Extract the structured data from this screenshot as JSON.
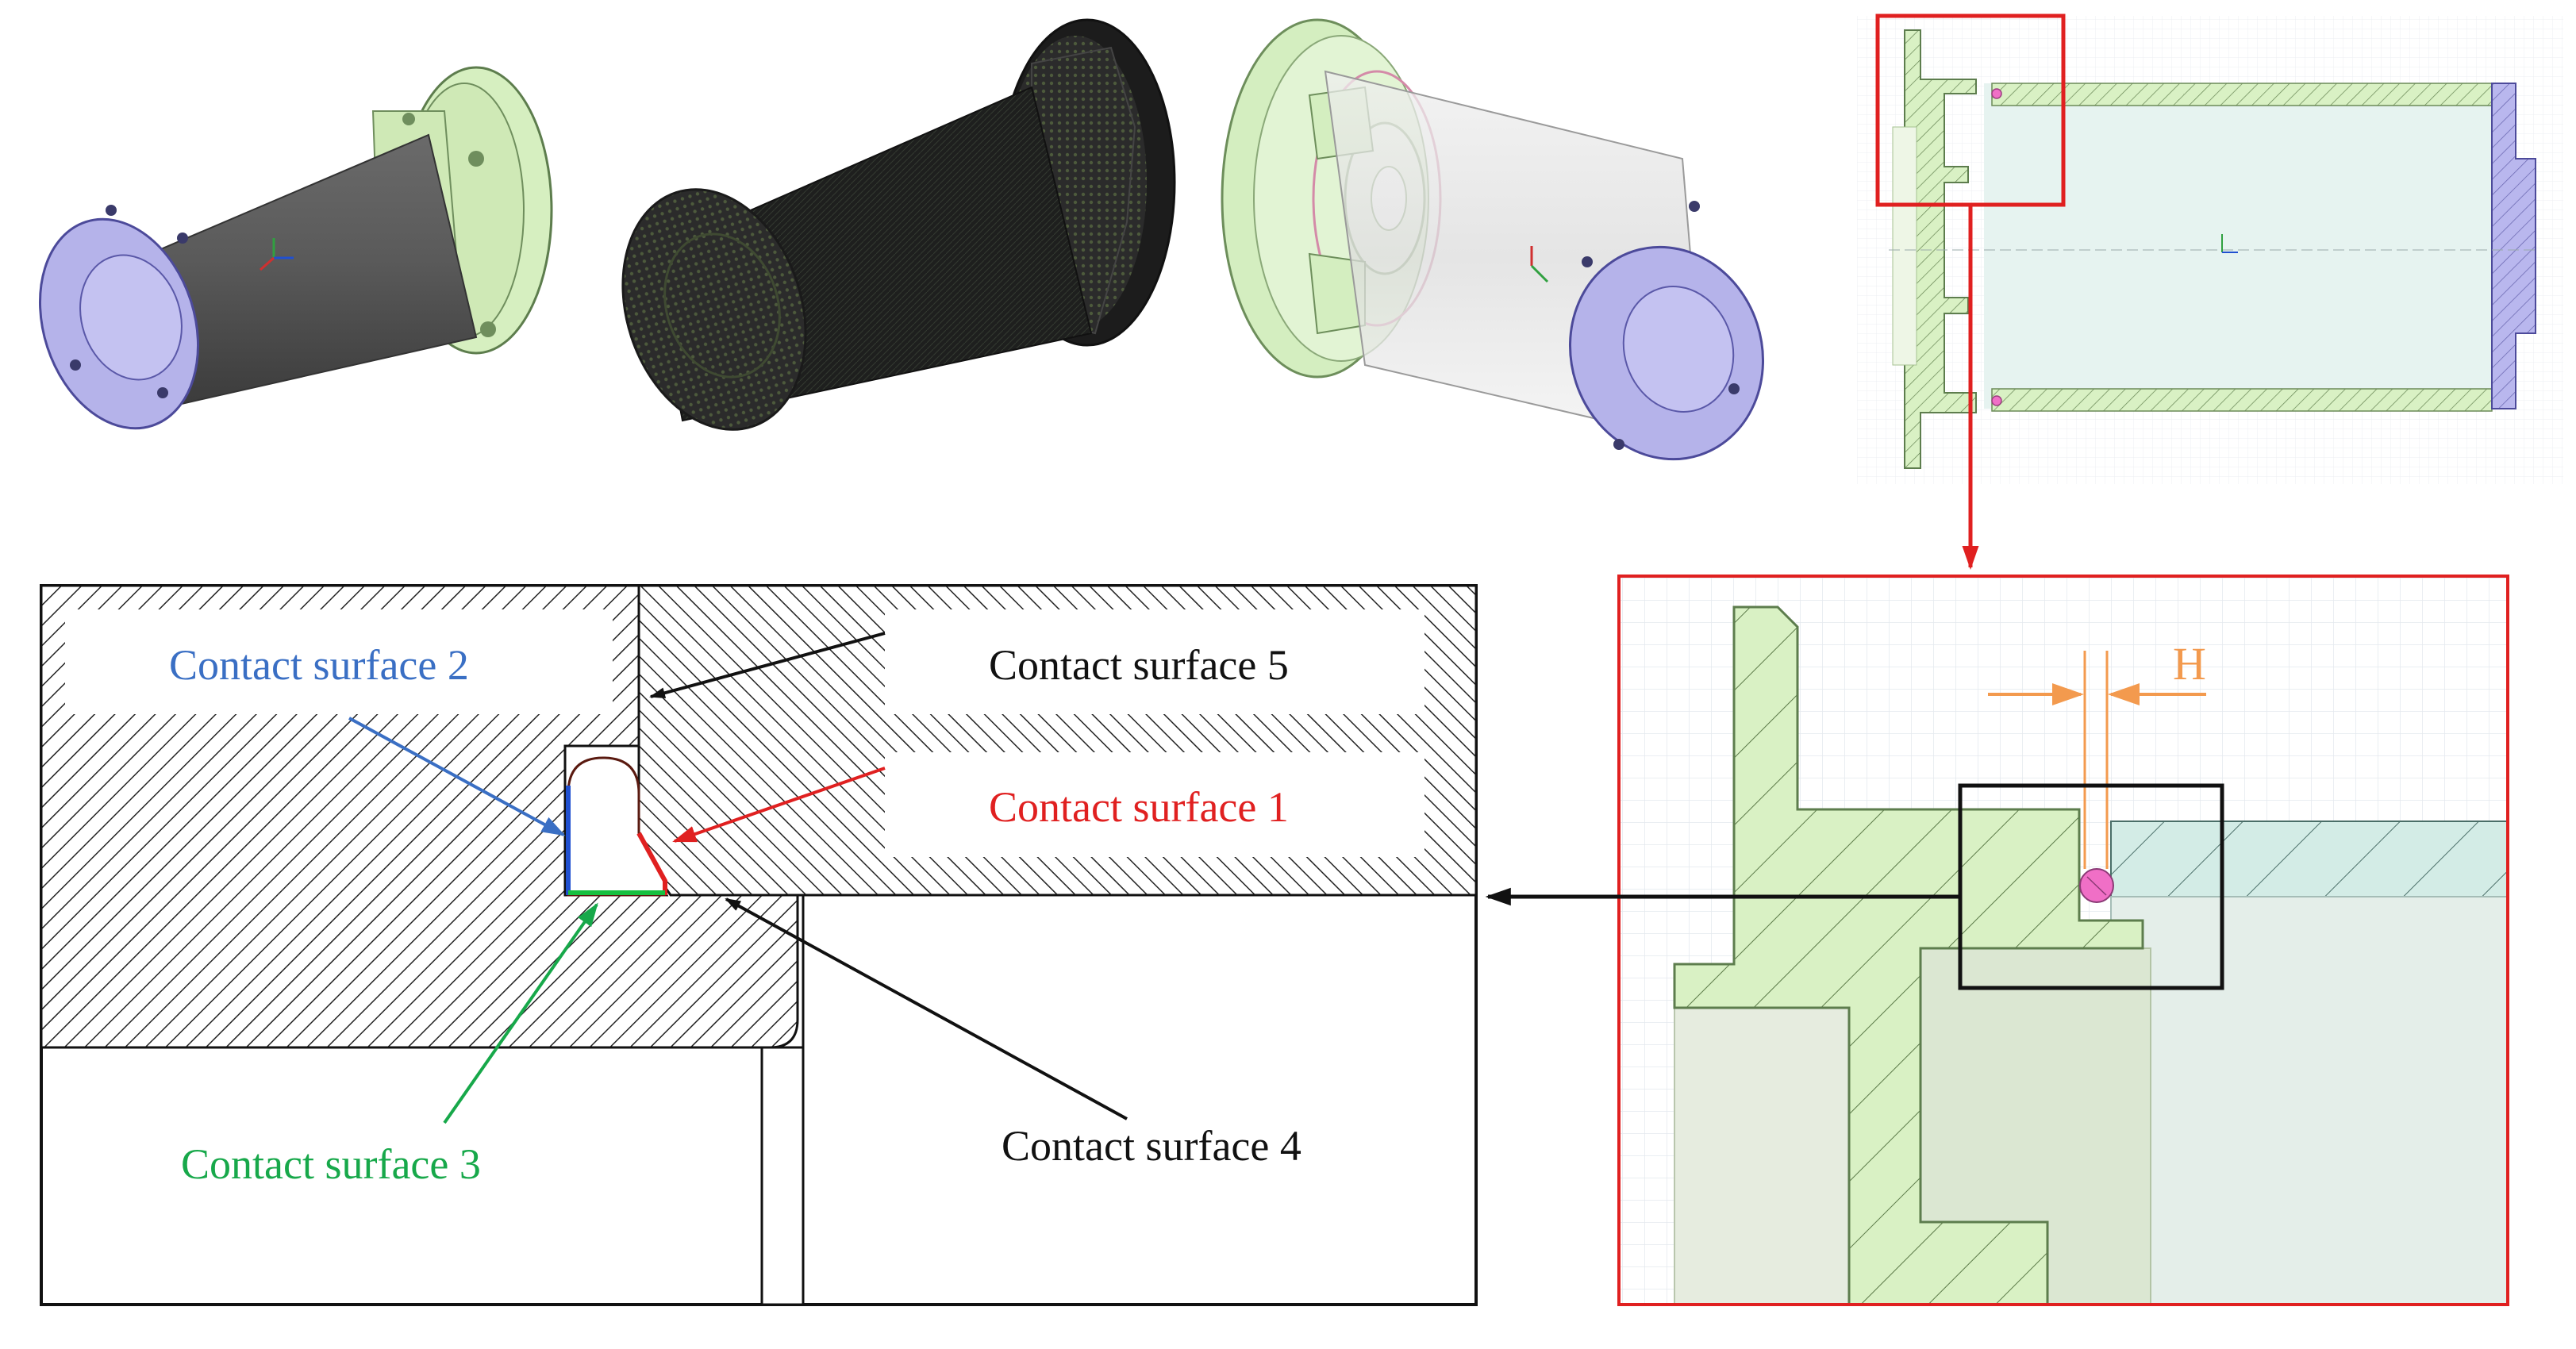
{
  "colors": {
    "red": "#e02020",
    "blue": "#3a6fc4",
    "green": "#17a84a",
    "black": "#111111",
    "orange": "#f39a4e",
    "part_green": "#d9f1c4",
    "part_purple": "#b5b3ea",
    "seal_pink": "#f06fc6",
    "grid": "#e3e7ee"
  },
  "annotations": {
    "cs1": "Contact surface 1",
    "cs2": "Contact surface 2",
    "cs3": "Contact surface 3",
    "cs4": "Contact surface 4",
    "cs5": "Contact surface 5",
    "gap": "H"
  },
  "views": [
    {
      "id": "iso-solid",
      "icon": "cylinder-assembly-icon"
    },
    {
      "id": "iso-mesh",
      "icon": "mesh-model-icon"
    },
    {
      "id": "iso-transparent",
      "icon": "transparent-assembly-icon"
    },
    {
      "id": "section-view",
      "icon": "cross-section-icon"
    }
  ]
}
